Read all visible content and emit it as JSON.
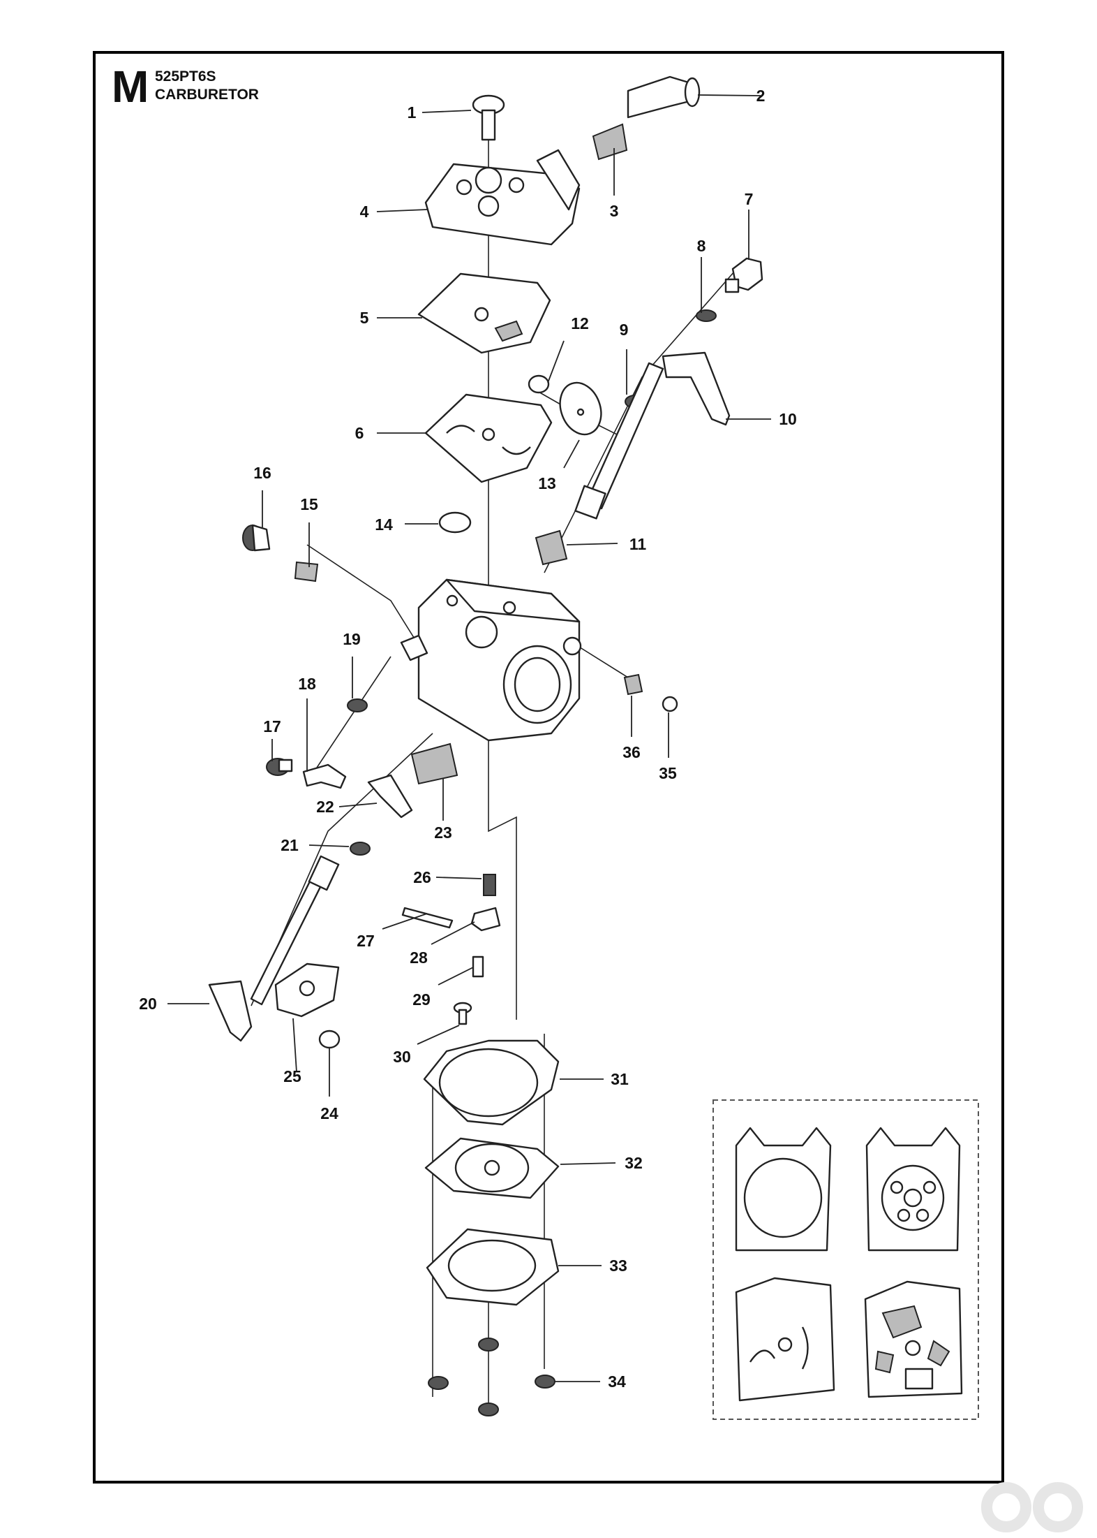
{
  "header": {
    "section_letter": "M",
    "model": "525PT6S",
    "title": "CARBURETOR"
  },
  "callouts": [
    "1",
    "2",
    "3",
    "4",
    "5",
    "6",
    "7",
    "8",
    "9",
    "10",
    "11",
    "12",
    "13",
    "14",
    "15",
    "16",
    "17",
    "18",
    "19",
    "20",
    "21",
    "22",
    "23",
    "24",
    "25",
    "26",
    "27",
    "28",
    "29",
    "30",
    "31",
    "32",
    "33",
    "34",
    "35",
    "36"
  ],
  "colors": {
    "line": "#222222",
    "frame": "#000000",
    "background": "#ffffff"
  }
}
